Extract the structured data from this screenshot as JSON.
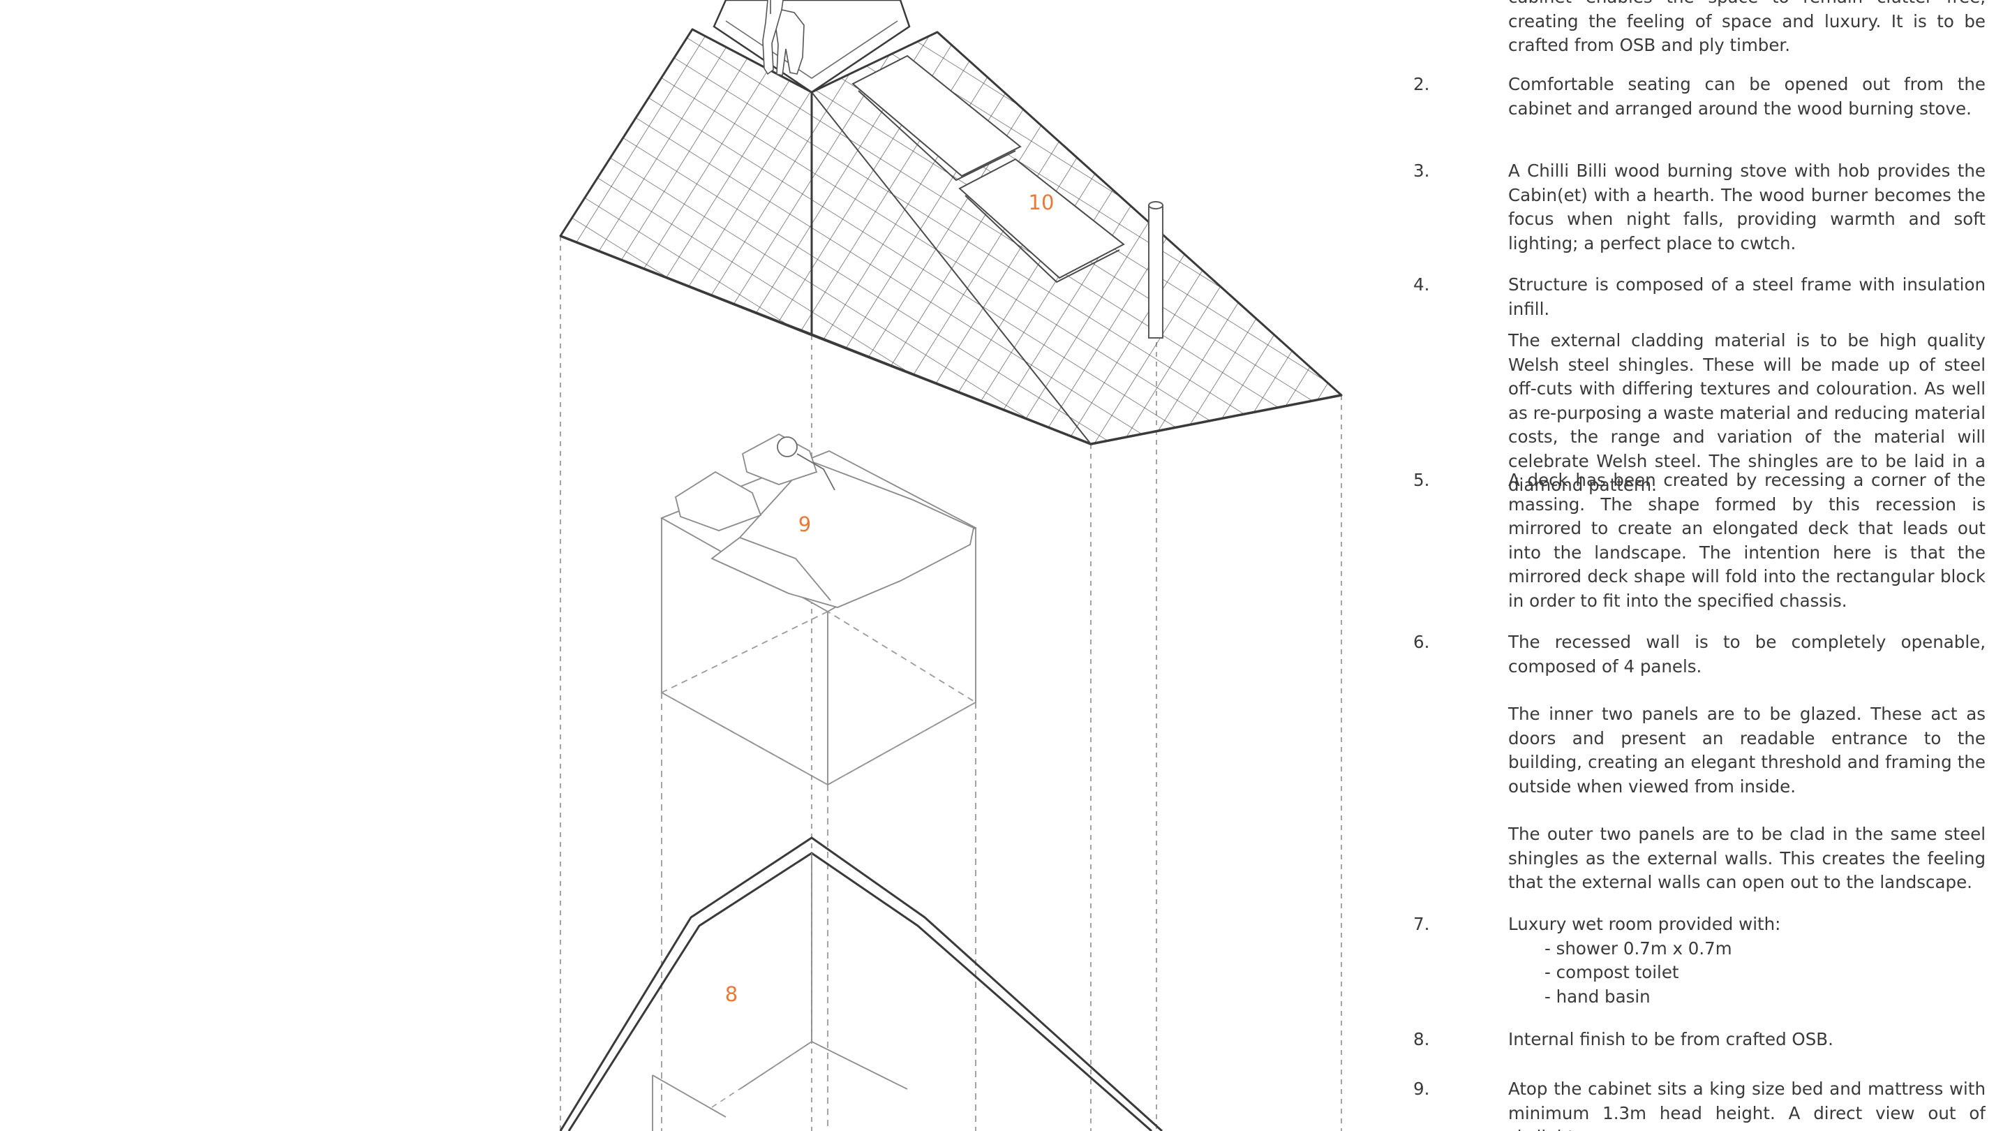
{
  "diagram": {
    "callouts": {
      "roof": "10",
      "bed": "9",
      "lower": "8"
    }
  },
  "notes": [
    {
      "number": "",
      "paragraphs": [
        "cabinet enables the space to remain clutter free, creating the feeling of space and luxury. It is to be crafted from OSB and ply timber."
      ]
    },
    {
      "number": "2.",
      "paragraphs": [
        "Comfortable seating can be opened out from the cabinet and arranged around the wood burning stove."
      ]
    },
    {
      "number": "3.",
      "paragraphs": [
        "A Chilli Billi wood burning stove with hob provides the Cabin(et) with a hearth. The wood burner becomes the focus when night falls, providing warmth and soft lighting; a perfect place to cwtch."
      ]
    },
    {
      "number": "4.",
      "paragraphs": [
        "Structure is composed of a steel frame with insulation infill.",
        "The external cladding material is to be high quality Welsh steel shingles. These will be made up of steel off-cuts with differing textures and colouration. As well as re-purposing a waste material and reducing material costs, the range and variation of the material will celebrate Welsh steel. The shingles are to be laid in a diamond pattern."
      ]
    },
    {
      "number": "5.",
      "paragraphs": [
        "A deck has been created by recessing a corner of the massing. The shape formed by this recession is mirrored to create an elongated deck that leads out into the landscape. The intention here is that the mirrored deck shape will fold into the rectangular block in order to fit into the specified chassis."
      ]
    },
    {
      "number": "6.",
      "paragraphs": [
        "The recessed wall is to be completely openable, composed of 4 panels.",
        "The inner two panels are to be glazed. These act as doors and present an readable entrance to the building, creating an elegant threshold  and framing the outside when viewed from inside.",
        "The outer two panels are to be clad in the same steel shingles as the external walls. This creates the feeling that the external walls can open out to the landscape."
      ]
    },
    {
      "number": "7.",
      "paragraphs": [
        "Luxury wet room provided with:"
      ],
      "list": [
        "- shower 0.7m x 0.7m",
        "- compost toilet",
        "- hand basin"
      ]
    },
    {
      "number": "8.",
      "paragraphs": [
        "Internal finish to be from crafted OSB."
      ]
    },
    {
      "number": "9.",
      "paragraphs": [
        "Atop the cabinet sits a king size bed and mattress with minimum 1.3m head height. A direct view out of skylight"
      ]
    }
  ]
}
